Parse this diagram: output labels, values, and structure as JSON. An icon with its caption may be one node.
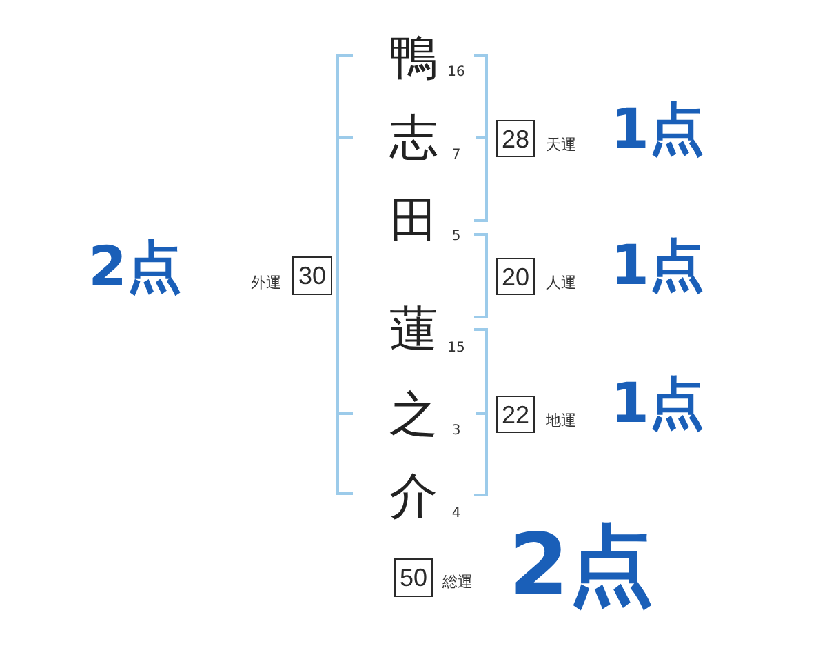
{
  "diagram": {
    "nodes": [
      {
        "text": [
          "28"
        ],
        "beside": [
          "天運",
          "1点"
        ]
      },
      {
        "text": [
          "30"
        ],
        "beside": [
          "2点",
          "外運"
        ]
      },
      {
        "text": [
          "20"
        ],
        "beside": [
          "人運",
          "1点"
        ]
      },
      {
        "text": [
          "22"
        ],
        "beside": [
          "地運",
          "1点"
        ]
      },
      {
        "text": [
          "50"
        ],
        "beside": [
          "総運",
          "2点"
        ]
      }
    ],
    "labels": [
      "鴨",
      "16",
      "志",
      "7",
      "田",
      "5",
      "蓮",
      "15",
      "之",
      "3",
      "介",
      "4"
    ]
  }
}
